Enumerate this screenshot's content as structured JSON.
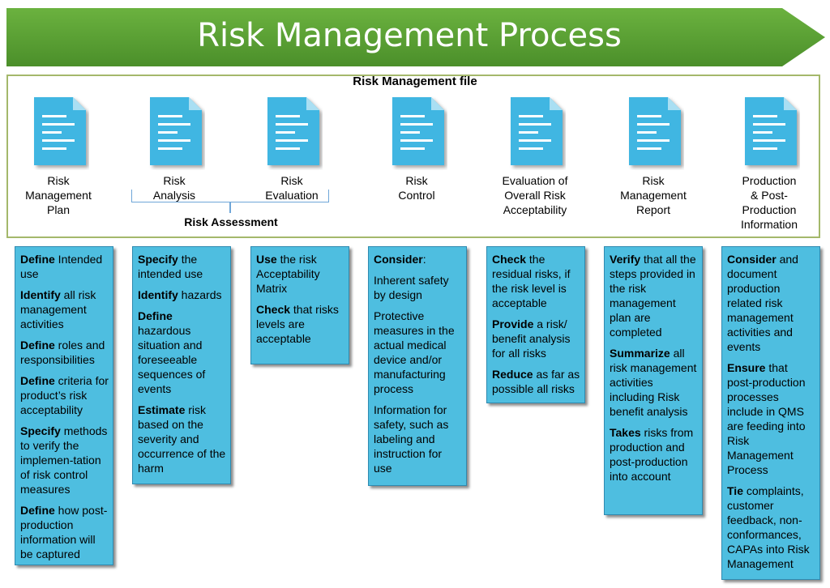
{
  "title": "Risk Management Process",
  "file_title": "Risk Management file",
  "assessment_label": "Risk Assessment",
  "colors": {
    "banner": "#5aa036",
    "doc": "#3fb6e2",
    "card": "#4ebee0",
    "file_border": "#a4b86b"
  },
  "stages": [
    {
      "label": "Risk\nManagement\nPlan"
    },
    {
      "label": "Risk\nAnalysis"
    },
    {
      "label": "Risk\nEvaluation"
    },
    {
      "label": "Risk\nControl"
    },
    {
      "label": "Evaluation of\nOverall Risk\nAcceptability"
    },
    {
      "label": "Risk\nManagement\nReport"
    },
    {
      "label": "Production\n& Post-\nProduction\nInformation"
    }
  ],
  "cards": [
    {
      "items": [
        {
          "bold": "Define",
          "text": " Intended use"
        },
        {
          "bold": "Identify",
          "text": " all risk management activities"
        },
        {
          "bold": "Define",
          "text": " roles and responsibilities"
        },
        {
          "bold": "Define",
          "text": " criteria for product’s risk acceptability"
        },
        {
          "bold": "Specify",
          "text": " methods to verify the implemen-tation of risk control measures"
        },
        {
          "bold": "Define",
          "text": " how post-production information will be captured"
        }
      ]
    },
    {
      "items": [
        {
          "bold": "Specify",
          "text": " the intended use"
        },
        {
          "bold": "Identify",
          "text": " hazards"
        },
        {
          "bold": "Define",
          "text": " hazardous situation and foreseeable sequences of events"
        },
        {
          "bold": "Estimate",
          "text": " risk based on the severity and occurrence of the harm"
        }
      ]
    },
    {
      "items": [
        {
          "bold": "Use",
          "text": " the risk Acceptability Matrix"
        },
        {
          "bold": "Check",
          "text": " that risks levels are acceptable"
        }
      ]
    },
    {
      "items": [
        {
          "bold": "Consider",
          "text": ":"
        },
        {
          "bold": "",
          "text": "Inherent safety by design"
        },
        {
          "bold": "",
          "text": "Protective measures in the actual medical device and/or manufacturing process"
        },
        {
          "bold": "",
          "text": "Information for safety, such as labeling and instruction for use"
        }
      ]
    },
    {
      "items": [
        {
          "bold": "Check",
          "text": " the residual risks, if the risk level is acceptable"
        },
        {
          "bold": "Provide",
          "text": " a risk/ benefit analysis for all risks"
        },
        {
          "bold": "Reduce",
          "text": " as far as possible all risks"
        }
      ]
    },
    {
      "items": [
        {
          "bold": "Verify",
          "text": " that all the steps provided in the risk management plan are completed"
        },
        {
          "bold": "Summarize",
          "text": " all risk management activities including Risk benefit analysis"
        },
        {
          "bold": "Takes",
          "text": " risks from production and post-production into account"
        }
      ]
    },
    {
      "items": [
        {
          "bold": "Consider",
          "text": " and document production related risk management activities and events"
        },
        {
          "bold": "Ensure",
          "text": " that post-production processes include in QMS are feeding into Risk Management Process"
        },
        {
          "bold": "Tie",
          "text": " complaints, customer feedback, non-conformances, CAPAs into Risk Management"
        }
      ]
    }
  ]
}
